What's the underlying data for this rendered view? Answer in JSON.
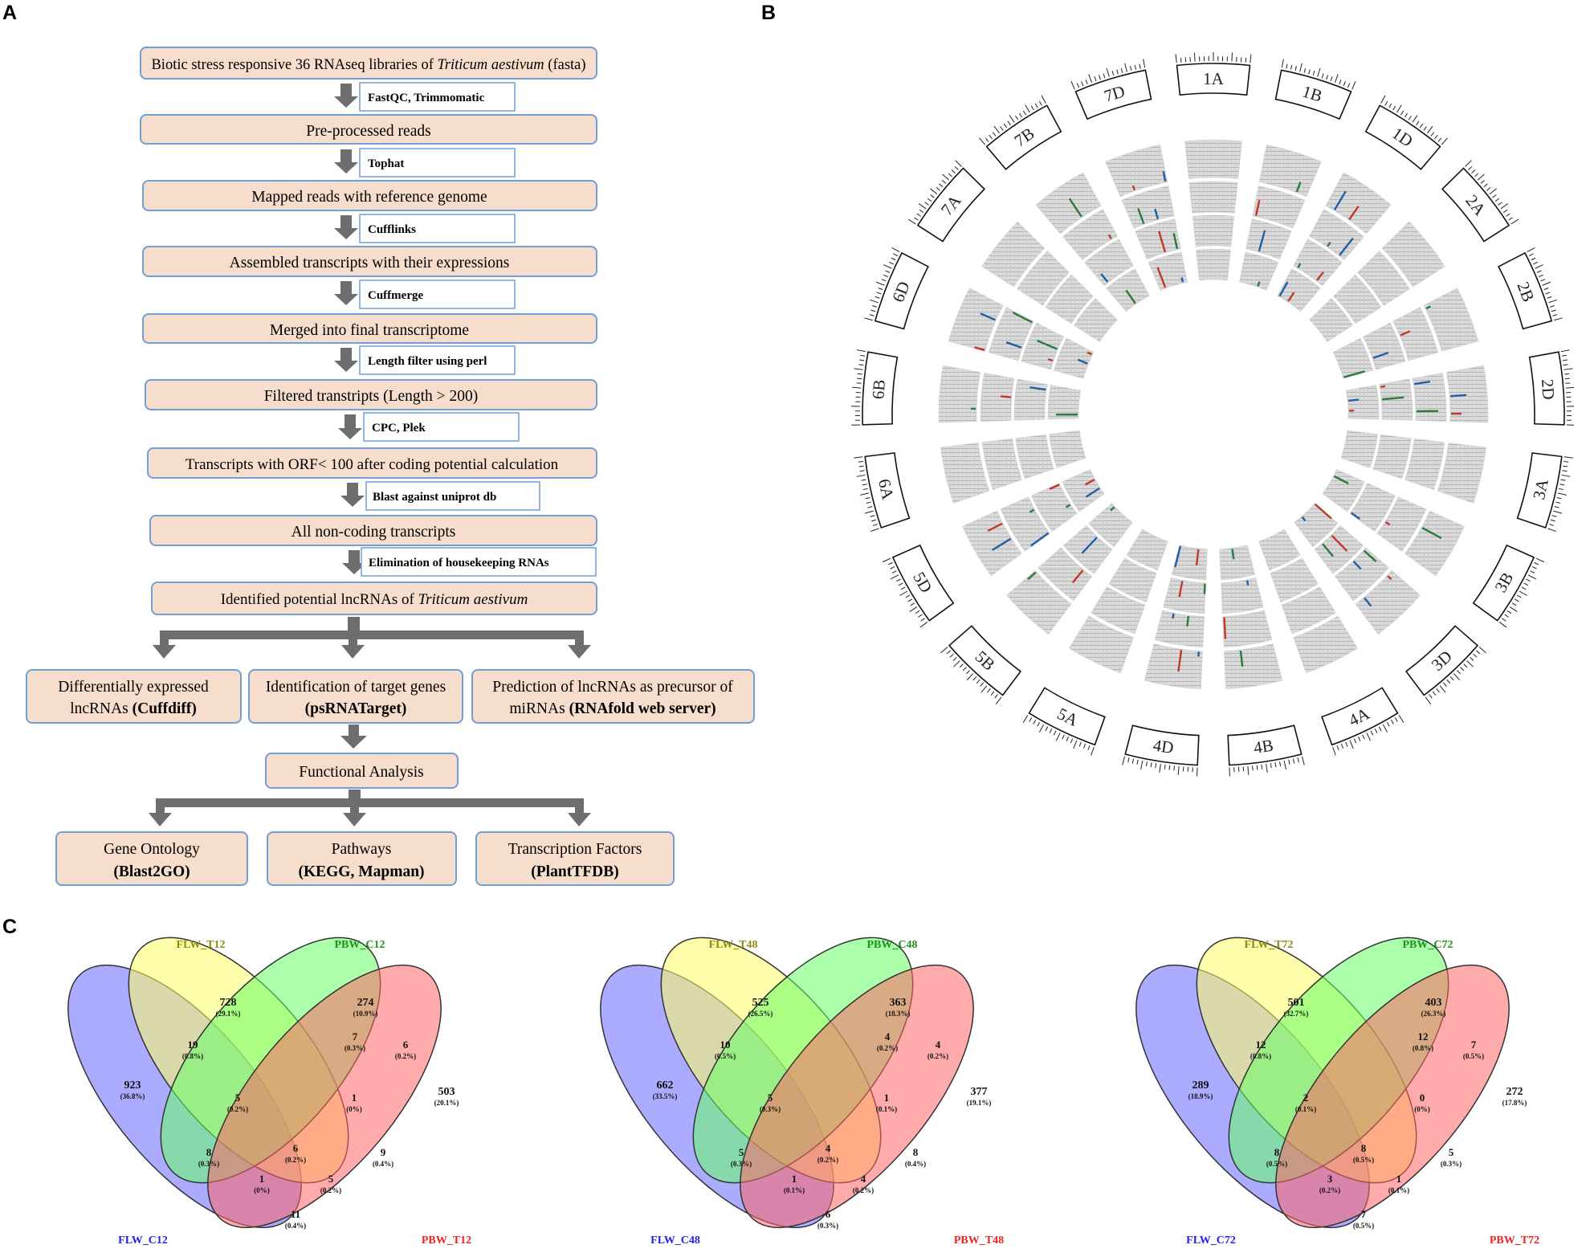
{
  "panels": {
    "a": "A",
    "b": "B",
    "c": "C"
  },
  "flowchart": {
    "steps": [
      {
        "text": "Biotic stress responsive 36 RNAseq libraries of ",
        "italic": "Triticum aestivum",
        "tail": " (fasta)"
      },
      {
        "text": "Pre-processed reads"
      },
      {
        "text": "Mapped reads with reference genome"
      },
      {
        "text": "Assembled transcripts with their expressions"
      },
      {
        "text": "Merged into final transcriptome"
      },
      {
        "text": "Filtered transtripts (Length > 200)"
      },
      {
        "text": "Transcripts with ORF< 100  after coding potential calculation"
      },
      {
        "text": "All non-coding transcripts"
      },
      {
        "text": "Identified potential lncRNAs of ",
        "italic": "Triticum aestivum"
      }
    ],
    "tools": [
      "FastQC, Trimmomatic",
      "Tophat",
      "Cufflinks",
      "Cuffmerge",
      "Length filter using perl",
      "CPC, Plek",
      "Blast against uniprot db",
      "Elimination of housekeeping RNAs"
    ],
    "branches": [
      {
        "line1": "Differentially expressed",
        "line2": "lncRNAs ",
        "bold": "(Cuffdiff)"
      },
      {
        "line1": "Identification of target genes",
        "line2": "",
        "bold": "(psRNATarget)"
      },
      {
        "line1": "Prediction of lncRNAs as precursor of",
        "line2": "miRNAs ",
        "bold": "(RNAfold web server)"
      }
    ],
    "functional": "Functional Analysis",
    "analyses": [
      {
        "line1": "Gene Ontology",
        "bold": "(Blast2GO)"
      },
      {
        "line1": "Pathways",
        "bold": "(KEGG, Mapman)"
      },
      {
        "line1": "Transcription Factors",
        "bold": "(PlantTFDB)"
      }
    ]
  },
  "circos": {
    "chromosomes": [
      "1A",
      "1B",
      "1D",
      "2A",
      "2B",
      "2D",
      "3A",
      "3B",
      "3D",
      "4A",
      "4B",
      "4D",
      "5A",
      "5B",
      "5D",
      "6A",
      "6B",
      "6D",
      "7A",
      "7B",
      "7D"
    ]
  },
  "venn": [
    {
      "labels": {
        "top_left": "FLW_T12",
        "top_right": "PBW_C12",
        "bottom_left": "FLW_C12",
        "bottom_right": "PBW_T12"
      },
      "regions": {
        "A": [
          "923",
          "(36.8%)"
        ],
        "B": [
          "728",
          "(29.1%)"
        ],
        "C": [
          "274",
          "(10.9%)"
        ],
        "D": [
          "503",
          "(20.1%)"
        ],
        "AB": [
          "19",
          "(0.8%)"
        ],
        "BC": [
          "7",
          "(0.3%)"
        ],
        "CD": [
          "6",
          "(0.2%)"
        ],
        "ABC": [
          "5",
          "(0.2%)"
        ],
        "BCD": [
          "1",
          "(0%)"
        ],
        "AC": [
          "8",
          "(0.3%)"
        ],
        "ABCD": [
          "6",
          "(0.2%)"
        ],
        "BD": [
          "9",
          "(0.4%)"
        ],
        "ACD": [
          "1",
          "(0%)"
        ],
        "ABD": [
          "5",
          "(0.2%)"
        ],
        "AD": [
          "11",
          "(0.4%)"
        ]
      }
    },
    {
      "labels": {
        "top_left": "FLW_T48",
        "top_right": "PBW_C48",
        "bottom_left": "FLW_C48",
        "bottom_right": "PBW_T48"
      },
      "regions": {
        "A": [
          "662",
          "(33.5%)"
        ],
        "B": [
          "525",
          "(26.5%)"
        ],
        "C": [
          "363",
          "(18.3%)"
        ],
        "D": [
          "377",
          "(19.1%)"
        ],
        "AB": [
          "10",
          "(0.5%)"
        ],
        "BC": [
          "4",
          "(0.2%)"
        ],
        "CD": [
          "4",
          "(0.2%)"
        ],
        "ABC": [
          "5",
          "(0.3%)"
        ],
        "BCD": [
          "1",
          "(0.1%)"
        ],
        "AC": [
          "5",
          "(0.3%)"
        ],
        "ABCD": [
          "4",
          "(0.2%)"
        ],
        "BD": [
          "8",
          "(0.4%)"
        ],
        "ACD": [
          "1",
          "(0.1%)"
        ],
        "ABD": [
          "4",
          "(0.2%)"
        ],
        "AD": [
          "6",
          "(0.3%)"
        ]
      }
    },
    {
      "labels": {
        "top_left": "FLW_T72",
        "top_right": "PBW_C72",
        "bottom_left": "FLW_C72",
        "bottom_right": "PBW_T72"
      },
      "regions": {
        "A": [
          "289",
          "(18.9%)"
        ],
        "B": [
          "501",
          "(32.7%)"
        ],
        "C": [
          "403",
          "(26.3%)"
        ],
        "D": [
          "272",
          "(17.8%)"
        ],
        "AB": [
          "12",
          "(0.8%)"
        ],
        "BC": [
          "12",
          "(0.8%)"
        ],
        "CD": [
          "7",
          "(0.5%)"
        ],
        "ABC": [
          "2",
          "(0.1%)"
        ],
        "BCD": [
          "0",
          "(0%)"
        ],
        "AC": [
          "8",
          "(0.5%)"
        ],
        "ABCD": [
          "8",
          "(0.5%)"
        ],
        "BD": [
          "5",
          "(0.3%)"
        ],
        "ACD": [
          "3",
          "(0.2%)"
        ],
        "ABD": [
          "1",
          "(0.1%)"
        ],
        "AD": [
          "7",
          "(0.5%)"
        ]
      }
    }
  ],
  "colors": {
    "box_fill": "#f7ddcb",
    "box_stroke": "#6f9fd8",
    "arrow": "#6e6e6e",
    "venn_blue": "#6666ff",
    "venn_yellow": "#ffff66",
    "venn_green": "#66ff66",
    "venn_red": "#ff6666",
    "label_olive": "#8b8b10",
    "label_green": "#1f8f1f",
    "label_blue": "#2222ee",
    "label_red": "#ee2222"
  }
}
